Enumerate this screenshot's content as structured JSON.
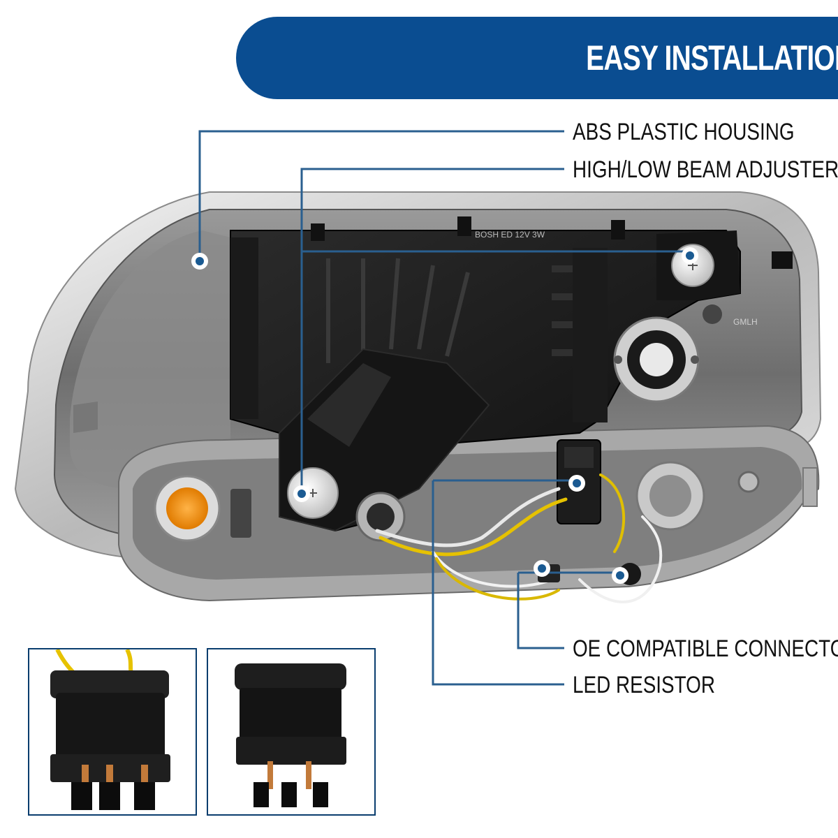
{
  "banner": {
    "title": "EASY INSTALLATION",
    "color": "#0a4d91"
  },
  "callouts": {
    "housing": "ABS PLASTIC HOUSING",
    "adjusters": "HIGH/LOW BEAM ADJUSTERS",
    "connectors": "OE COMPATIBLE CONNECTORS",
    "resistor": "LED RESISTOR",
    "line_color": "#2a5f8f",
    "dot_color": "#1a5a92"
  },
  "product": {
    "stamp_text": "BOSH ED 12V 3W",
    "housing_mark": "GMLH"
  },
  "insets": [
    {
      "name": "connector-front-view"
    },
    {
      "name": "connector-side-view"
    }
  ]
}
